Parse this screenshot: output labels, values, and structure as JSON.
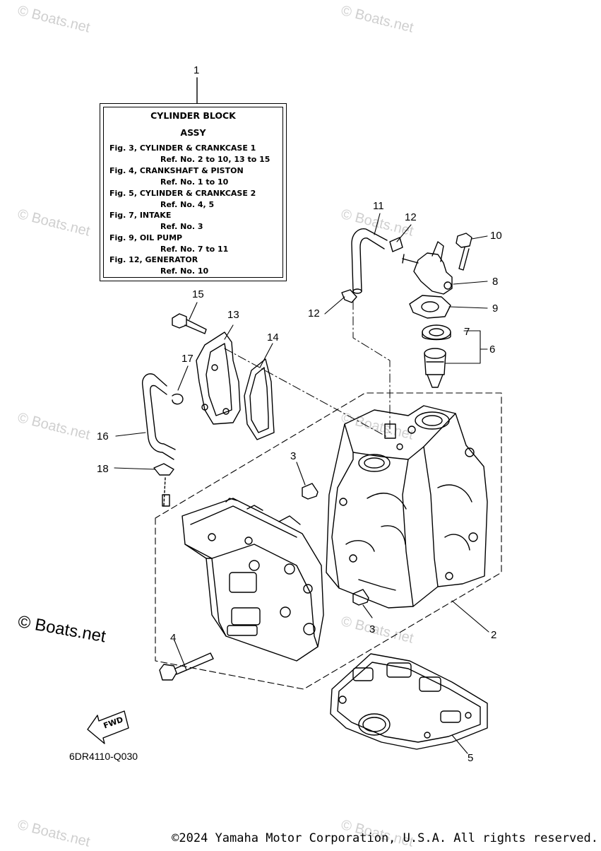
{
  "legend": {
    "title_line1": "CYLINDER BLOCK",
    "title_line2": "ASSY",
    "lines": [
      "Fig. 3, CYLINDER & CRANKCASE 1",
      "Ref. No. 2 to 10, 13 to 15",
      "Fig. 4, CRANKSHAFT & PISTON",
      "Ref. No. 1 to 10",
      "Fig. 5, CYLINDER & CRANKCASE 2",
      "Ref. No. 4, 5",
      "Fig. 7, INTAKE",
      "Ref. No. 3",
      "Fig. 9, OIL PUMP",
      "Ref. No. 7 to 11",
      "Fig. 12, GENERATOR",
      "Ref. No. 10"
    ]
  },
  "callouts": [
    "1",
    "2",
    "3",
    "3",
    "4",
    "5",
    "6",
    "7",
    "8",
    "9",
    "10",
    "11",
    "12",
    "12",
    "13",
    "14",
    "15",
    "16",
    "17",
    "18"
  ],
  "fwd_label": "FWD",
  "diagram_code": "6DR4110-Q030",
  "watermark": "© Boats.net",
  "copyright": "©2024 Yamaha Motor Corporation, U.S.A. All rights reserved."
}
